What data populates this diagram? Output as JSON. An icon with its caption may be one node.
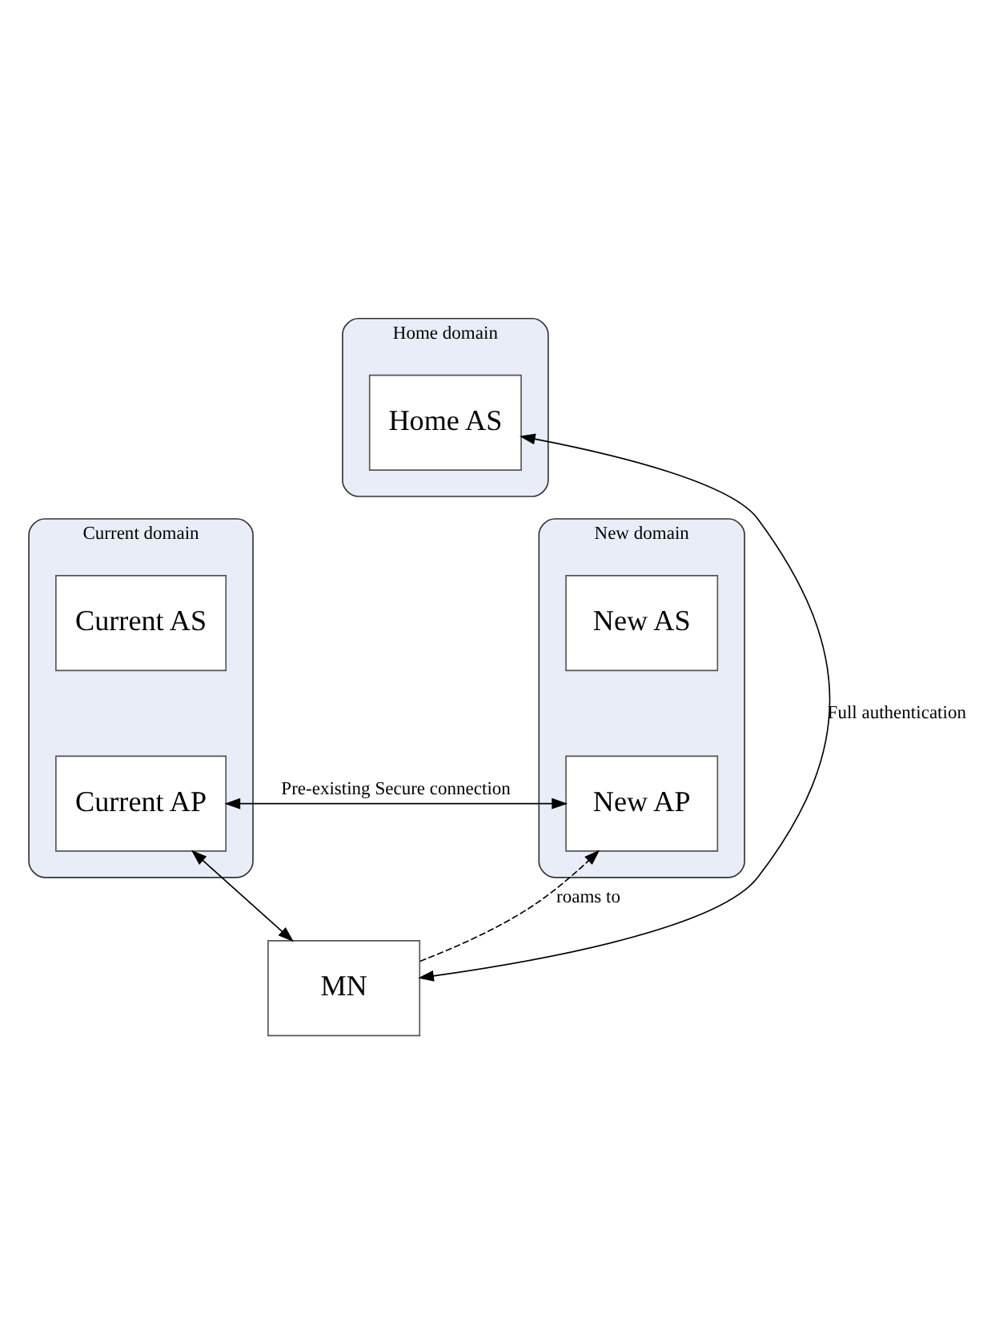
{
  "diagram": {
    "nodes": [
      {
        "text": [
          "Home domain"
        ]
      },
      {
        "text": [
          "Home AS"
        ],
        "in": 0
      },
      {
        "text": [
          "Current domain"
        ]
      },
      {
        "text": [
          "Current AS"
        ],
        "in": 2
      },
      {
        "text": [
          "Current AP"
        ],
        "in": 2
      },
      {
        "text": [
          "New domain"
        ]
      },
      {
        "text": [
          "New AS"
        ],
        "in": 5
      },
      {
        "text": [
          "New AP"
        ],
        "in": 5
      },
      {
        "text": [
          "MN"
        ]
      }
    ],
    "edges": [
      {
        "from": 8,
        "to": 1,
        "arrow": "both",
        "label": "Full authentication"
      },
      {
        "from": 4,
        "to": 8,
        "arrow": "both"
      },
      {
        "from": 4,
        "to": 7,
        "arrow": "both",
        "label": "Pre-existing Secure connection"
      },
      {
        "from": 8,
        "to": 7,
        "arrow": "to",
        "label": "roams to",
        "style": "dashed"
      }
    ]
  }
}
